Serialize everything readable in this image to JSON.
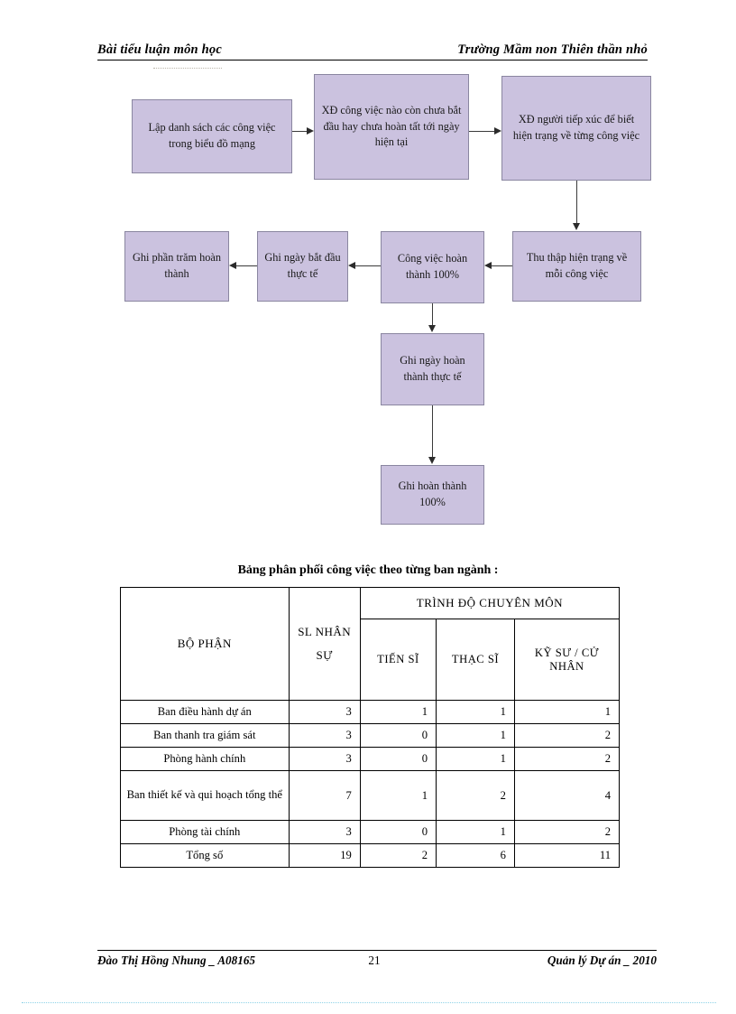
{
  "header": {
    "left": "Bài tiểu luận môn học",
    "right": "Trường Mầm non Thiên thần nhỏ"
  },
  "flowchart": {
    "boxes": [
      {
        "id": "box-list",
        "label": "Lập danh sách các công việc trong biểu đồ mạng"
      },
      {
        "id": "box-identify",
        "label": "XĐ công việc nào còn chưa bắt đầu hay chưa hoàn tất tới ngày hiện tại"
      },
      {
        "id": "box-contact",
        "label": "XĐ người tiếp xúc để biết hiện trạng về từng công việc"
      },
      {
        "id": "box-collect",
        "label": "Thu thập hiện trạng về mỗi công việc"
      },
      {
        "id": "box-complete100",
        "label": "Công việc hoàn thành 100%"
      },
      {
        "id": "box-startdate",
        "label": "Ghi ngày bắt đầu thực tế"
      },
      {
        "id": "box-percent",
        "label": "Ghi phần trăm hoàn thành"
      },
      {
        "id": "box-finishdate",
        "label": "Ghi ngày hoàn thành thực tế"
      },
      {
        "id": "box-done100",
        "label": "Ghi hoàn thành 100%"
      }
    ],
    "box_fill": "#cbc2df",
    "box_border": "#8a86a0",
    "arrow_color": "#2b2b2b"
  },
  "table": {
    "caption": "Bảng phân phối công việc theo từng ban ngành :",
    "headers": {
      "dept": "BỘ PHẬN",
      "staff_count": "SL NHÂN SỰ",
      "group": "TRÌNH ĐỘ CHUYÊN MÔN",
      "doctor": "TIẾN SĨ",
      "master": "THẠC SĨ",
      "engineer": "KỸ SƯ / CỬ NHÂN"
    },
    "rows": [
      {
        "dept": "Ban điều hành dự án",
        "sl": "3",
        "tien": "1",
        "thac": "1",
        "ks": "1"
      },
      {
        "dept": "Ban thanh tra giám sát",
        "sl": "3",
        "tien": "0",
        "thac": "1",
        "ks": "2"
      },
      {
        "dept": "Phòng hành chính",
        "sl": "3",
        "tien": "0",
        "thac": "1",
        "ks": "2"
      },
      {
        "dept": "Ban thiết kế và qui hoạch tổng thể",
        "sl": "7",
        "tien": "1",
        "thac": "2",
        "ks": "4"
      },
      {
        "dept": "Phòng tài chính",
        "sl": "3",
        "tien": "0",
        "thac": "1",
        "ks": "2"
      },
      {
        "dept": "Tổng số",
        "sl": "19",
        "tien": "2",
        "thac": "6",
        "ks": "11"
      }
    ]
  },
  "footer": {
    "left": "Đào Thị Hồng Nhung _ A08165",
    "page_number": "21",
    "right": "Quản lý Dự án _ 2010"
  }
}
